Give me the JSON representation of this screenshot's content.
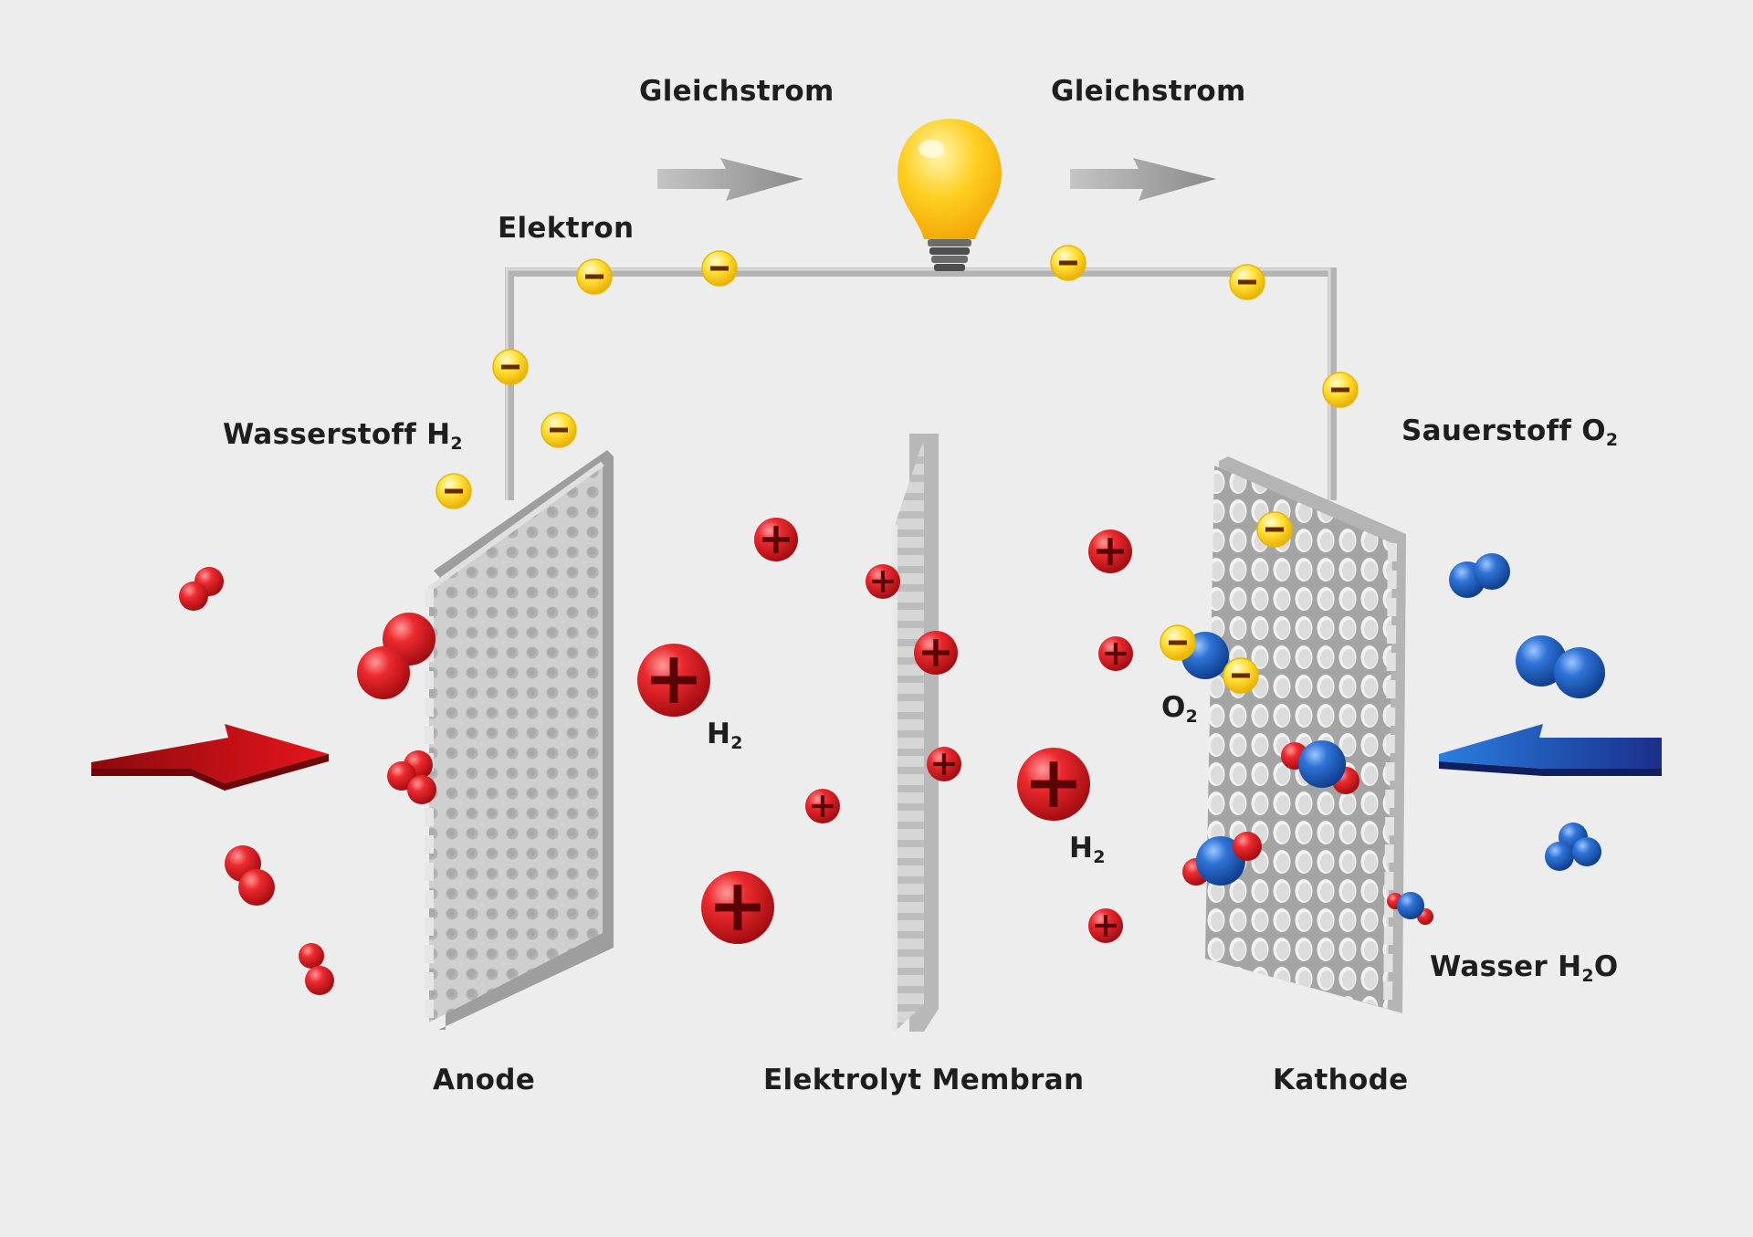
{
  "labels": {
    "dc_left": "Gleichstrom",
    "dc_right": "Gleichstrom",
    "electron": "Elektron",
    "hydrogen_text": "Wasserstoff H",
    "hydrogen_sub": "2",
    "oxygen_text": "Sauerstoff O",
    "oxygen_sub": "2",
    "water_text_1": "Wasser H",
    "water_sub": "2",
    "water_text_2": "O",
    "h2_left_text": "H",
    "h2_left_sub": "2",
    "h2_right_text": "H",
    "h2_right_sub": "2",
    "o2_text": "O",
    "o2_sub": "2",
    "anode": "Anode",
    "membrane": "Elektrolyt Membran",
    "cathode": "Kathode"
  },
  "colors": {
    "background": "#ededed",
    "wire": "#b4b4b4",
    "hydrogen_red": "#e0161c",
    "oxygen_blue": "#1e5fc0",
    "electron_yellow": "#ffd21f",
    "plate_gray": "#cbcbcb",
    "dc_arrow_gray": "#9a9a9a",
    "inflow_arrow_red": "#d4141a",
    "outflow_arrow_blue": "#1d4fb0",
    "bulb_yellow": "#ffc61a"
  },
  "icons": {
    "electron": "minus-sign",
    "proton": "plus-sign"
  }
}
